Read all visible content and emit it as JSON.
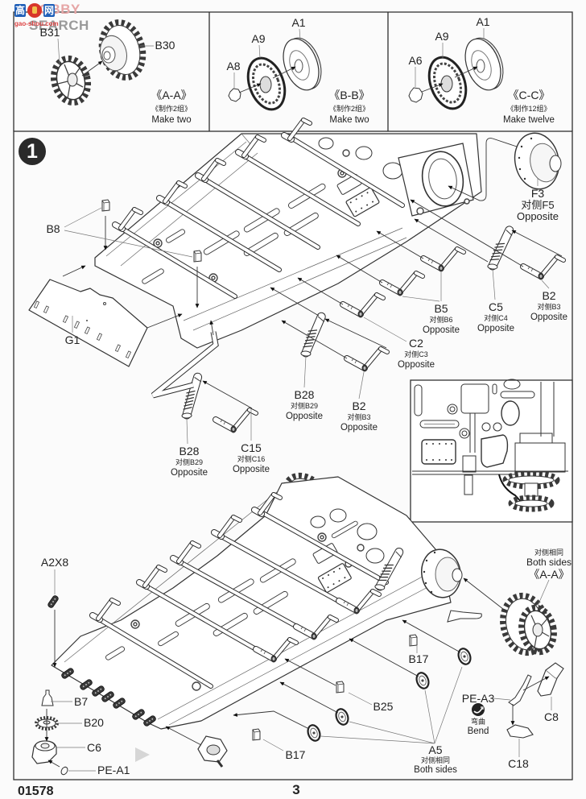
{
  "watermark": {
    "cn_left": "高",
    "cn_right": "网",
    "brand_a": "HOBBY",
    "brand_b": " SEARCH",
    "url": "gao-shou.com"
  },
  "subassemblies": [
    {
      "title": "《A-A》",
      "qty_cn": "《制作2组》",
      "qty_en": "Make two",
      "parts": [
        "B31",
        "B30"
      ]
    },
    {
      "title": "《B-B》",
      "qty_cn": "《制作2组》",
      "qty_en": "Make two",
      "parts": [
        "A1",
        "A9",
        "A8"
      ]
    },
    {
      "title": "《C-C》",
      "qty_cn": "《制作12组》",
      "qty_en": "Make twelve",
      "parts": [
        "A1",
        "A9",
        "A6"
      ]
    }
  ],
  "step": {
    "number": "1",
    "upper": [
      {
        "part": "B8"
      },
      {
        "part": "G1"
      },
      {
        "part": "F3",
        "alt": "对侧F5",
        "note": "Opposite"
      },
      {
        "part": "B5",
        "alt": "对侧B6",
        "note": "Opposite"
      },
      {
        "part": "C5",
        "alt": "对侧C4",
        "note": "Opposite"
      },
      {
        "part": "B2",
        "alt": "对侧B3",
        "note": "Opposite"
      },
      {
        "part": "C2",
        "alt": "对侧C3",
        "note": "Opposite"
      },
      {
        "part": "B28",
        "alt": "对侧B29",
        "note": "Opposite"
      },
      {
        "part": "B2",
        "alt": "对侧B3",
        "note": "Opposite"
      },
      {
        "part": "B28",
        "alt": "对侧B29",
        "note": "Opposite"
      },
      {
        "part": "C15",
        "alt": "对侧C16",
        "note": "Opposite"
      }
    ],
    "lower": [
      {
        "part": "A2X8"
      },
      {
        "part": "B7"
      },
      {
        "part": "B20"
      },
      {
        "part": "C6"
      },
      {
        "part": "PE-A1"
      },
      {
        "part": "B17"
      },
      {
        "part": "B25"
      },
      {
        "part": "B17"
      },
      {
        "part": "A5",
        "alt": "对侧相同",
        "note": "Both sides"
      },
      {
        "part": "PE-A3"
      },
      {
        "part": "C8"
      },
      {
        "part": "C18"
      }
    ],
    "sprocket_note": {
      "alt": "对侧相同",
      "note": "Both sides",
      "ref": "《A-A》"
    },
    "bend": {
      "icon": "bend-icon",
      "label_cn": "弯曲",
      "label_en": "Bend"
    }
  },
  "footer": {
    "kit_number": "01578",
    "page_number": "3"
  }
}
